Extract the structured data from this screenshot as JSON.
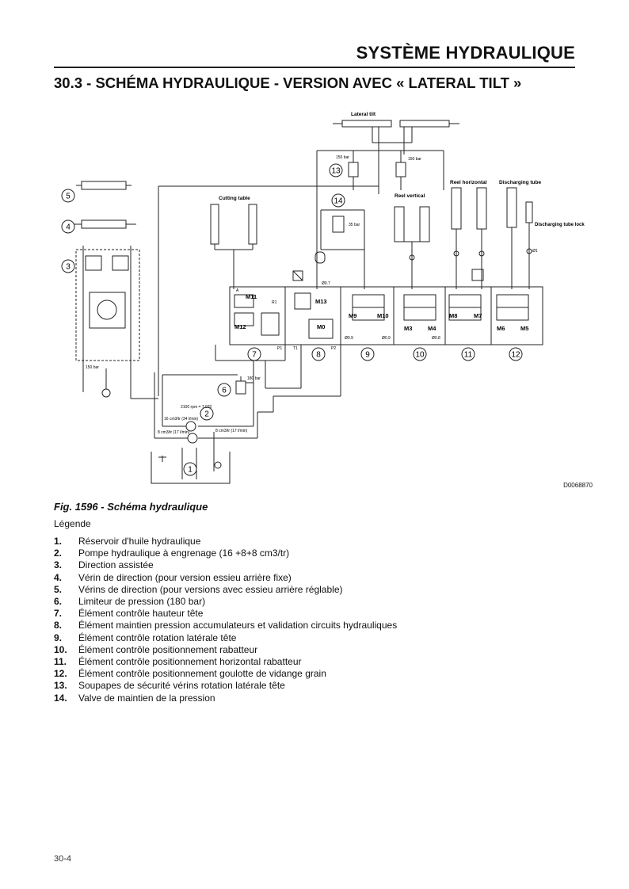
{
  "header": {
    "title": "SYSTÈME HYDRAULIQUE"
  },
  "section": {
    "title": "30.3 - SCHÉMA HYDRAULIQUE - VERSION AVEC « LATERAL TILT »"
  },
  "diagram": {
    "labels": {
      "lateral_tilt": "Lateral tilt",
      "cutting_table": "Cutting table",
      "reel_vertical": "Reel vertical",
      "reel_horizontal": "Reel horizontal",
      "discharging_tube": "Discharging tube",
      "discharging_tube_lock": "Discharging tube lock",
      "p150a": "150 bar",
      "p150b": "150 bar",
      "p35": "35 bar",
      "p180": "180 bar",
      "p150dir": "150 bar",
      "rpm": "2100 rpm = 7 070",
      "flow1": "16 cm3/tr (34 l/min)",
      "flow2": "8 cm3/tr (17 l/min)",
      "flow3": "8 cm3/tr (17 l/min)"
    },
    "callouts": [
      "1",
      "2",
      "3",
      "4",
      "5",
      "6",
      "7",
      "8",
      "9",
      "10",
      "11",
      "12",
      "13",
      "14"
    ],
    "valves": [
      "M11",
      "M12",
      "M13",
      "M0",
      "M9",
      "M10",
      "M3",
      "M4",
      "M8",
      "M7",
      "M6",
      "M5"
    ],
    "ports": [
      "A",
      "R1",
      "P1",
      "T1",
      "P2",
      "Ø0.7",
      "Ø0.9",
      "Ø0.9",
      "Ø0.8",
      "Ø1"
    ],
    "code": "D0068870"
  },
  "caption": "Fig. 1596 - Schéma hydraulique",
  "legend_title": "Légende",
  "legend": [
    {
      "num": "1.",
      "text": "Réservoir d'huile hydraulique"
    },
    {
      "num": "2.",
      "text": "Pompe hydraulique à engrenage (16 +8+8 cm3/tr)"
    },
    {
      "num": "3.",
      "text": "Direction assistée"
    },
    {
      "num": "4.",
      "text": "Vérin de direction (pour version essieu arrière fixe)"
    },
    {
      "num": "5.",
      "text": "Vérins de direction (pour versions avec essieu arrière réglable)"
    },
    {
      "num": "6.",
      "text": "Limiteur de pression (180 bar)"
    },
    {
      "num": "7.",
      "text": "Élément contrôle hauteur tête"
    },
    {
      "num": "8.",
      "text": "Élément maintien pression accumulateurs et validation circuits hydrauliques"
    },
    {
      "num": "9.",
      "text": "Élément contrôle rotation latérale tête"
    },
    {
      "num": "10.",
      "text": "Élément contrôle positionnement rabatteur"
    },
    {
      "num": "11.",
      "text": "Élément contrôle positionnement horizontal rabatteur"
    },
    {
      "num": "12.",
      "text": "Élément contrôle positionnement goulotte de vidange grain"
    },
    {
      "num": "13.",
      "text": "Soupapes de sécurité vérins rotation latérale tête"
    },
    {
      "num": "14.",
      "text": "Valve de maintien de la pression"
    }
  ],
  "page_number": "30-4"
}
